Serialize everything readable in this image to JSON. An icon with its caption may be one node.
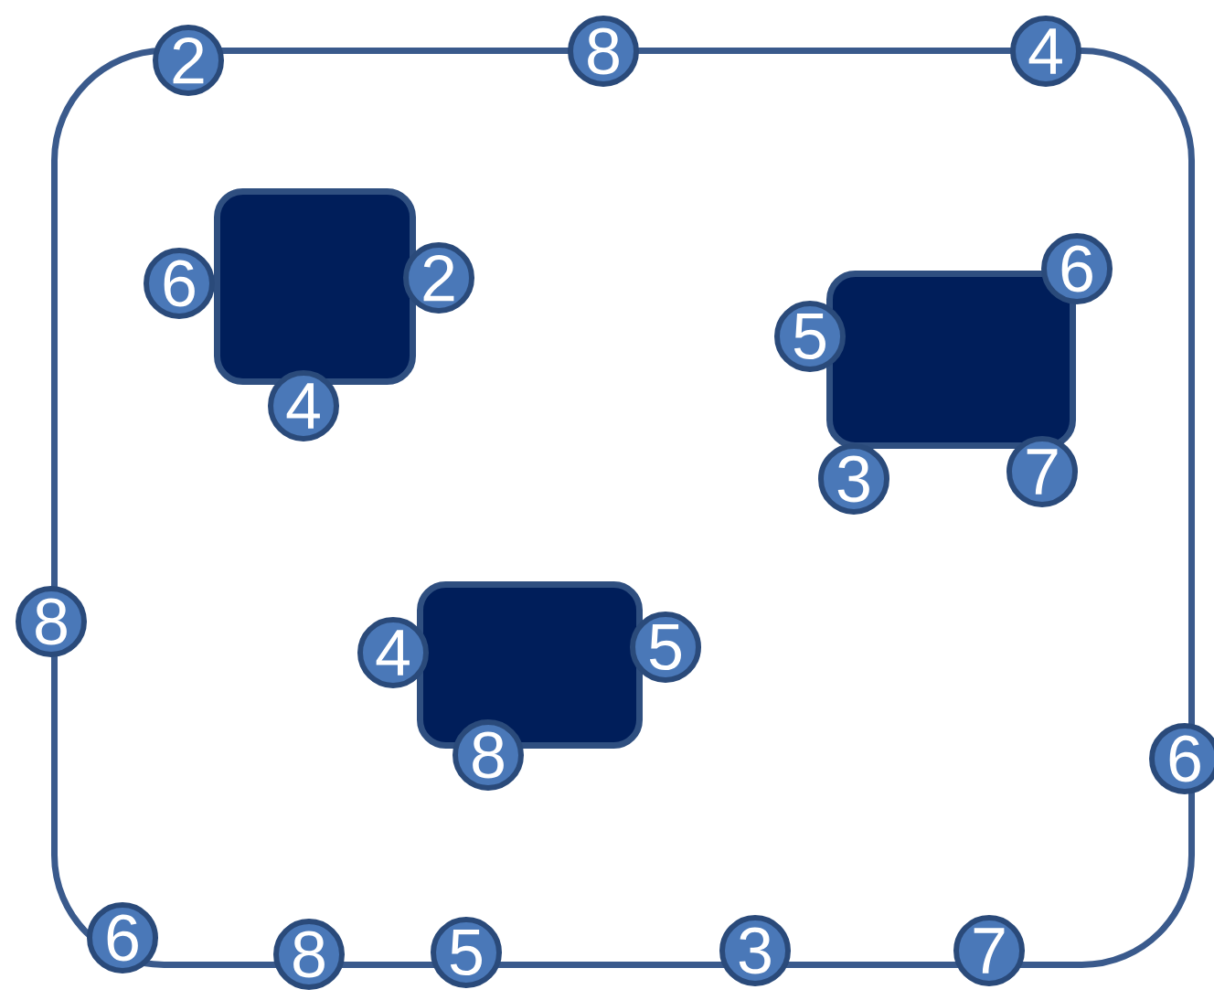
{
  "diagram": {
    "nodes": [
      {
        "text": [],
        "shape": "box"
      },
      {
        "text": [],
        "shape": "box",
        "in": 0
      },
      {
        "text": [],
        "shape": "box",
        "in": 0
      },
      {
        "text": [],
        "shape": "box",
        "in": 0
      },
      {
        "text": [
          "2"
        ]
      },
      {
        "text": [
          "8"
        ]
      },
      {
        "text": [
          "4"
        ]
      },
      {
        "text": [
          "6"
        ],
        "in": 0
      },
      {
        "text": [
          "2"
        ],
        "in": 0
      },
      {
        "text": [
          "4"
        ],
        "in": 0
      },
      {
        "text": [
          "6"
        ],
        "in": 0
      },
      {
        "text": [
          "5"
        ],
        "in": 0
      },
      {
        "text": [
          "3"
        ],
        "in": 0
      },
      {
        "text": [
          "7"
        ],
        "in": 0
      },
      {
        "text": [
          "8"
        ]
      },
      {
        "text": [
          "4"
        ],
        "in": 0
      },
      {
        "text": [
          "5"
        ],
        "in": 0
      },
      {
        "text": [
          "8"
        ],
        "in": 0
      },
      {
        "text": [
          "6"
        ]
      },
      {
        "text": [
          "6"
        ]
      },
      {
        "text": [
          "8"
        ]
      },
      {
        "text": [
          "5"
        ]
      },
      {
        "text": [
          "3"
        ]
      },
      {
        "text": [
          "7"
        ]
      }
    ]
  }
}
